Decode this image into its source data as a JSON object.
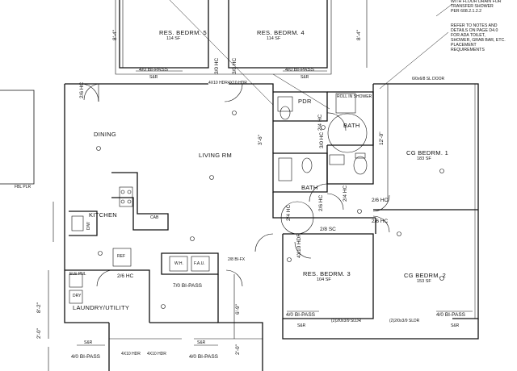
{
  "notes": {
    "top_right": "WITH FLOOR DRAIN FOR\nTRANSFER SHOWER\nPER 608.2.1.2.2",
    "refer": "REFER TO NOTES AND\nDETAILS ON PAGE D4.0\nFOR ADA TOILET,\nSHOWER, GRAB BAR, ETC.\nPLACEMENT\nREQUIREMENTS"
  },
  "rooms": {
    "res_bedrm_5": "RES. BEDRM. 5",
    "res_bedrm_5_sf": "114 SF",
    "res_bedrm_4": "RES. BEDRM. 4",
    "res_bedrm_4_sf": "114 SF",
    "dining": "DINING",
    "living": "LIVING RM",
    "kitchen": "KITCHEN",
    "pdr": "PDR",
    "bath_upper": "BATH",
    "bath_lower": "BATH",
    "cg_bedrm_1": "CG BEDRM. 1",
    "cg_bedrm_1_sf": "183 SF",
    "res_bedrm_3": "RES. BEDRM. 3",
    "res_bedrm_3_sf": "104 SF",
    "cg_bedrm_2": "CG BEDRM. 2",
    "cg_bedrm_2_sf": "153 SF",
    "laundry": "LAUNDRY/UTILITY"
  },
  "doors": {
    "bi_pass_1": "4/0 BI-PASS",
    "bi_pass_2": "4/0 BI-PASS",
    "sr_1": "S&R",
    "sr_2": "S&R",
    "hc_30_a": "3/0 HC",
    "hc_30_b": "3/0 HC",
    "hdr_a": "4X10 HDR",
    "hdr_b": "4X10 HDR",
    "sl_door": "6/0x6/8 SL DOOR",
    "hc_26_a": "2/6 HC",
    "hc_24_a": "2/4 HC",
    "hc_30_c": "3/0 HC",
    "hc_26_b": "2/6 HC",
    "hc_26_c": "2/6 HC",
    "hc_24_b": "2/4 HC",
    "hc_24_c": "2/4 HC",
    "hc_26_d": "2/6 HC",
    "sc_28": "2/8 SC",
    "hdr_c": "4X10 HDR",
    "fx_28": "2/8 BI-FX",
    "hc_26_e": "2/6 HC",
    "bi_pass_70": "7/0 BI-PASS",
    "bi_pass_3": "4/0 BI-PASS",
    "bi_pass_4": "4/0 BI-PASS",
    "sr_3": "S&R",
    "sr_4": "S&R",
    "sldr_1": "(2)2/0x3/9 SLDR",
    "sldr_2": "(2)2/0x3/9 SLDR",
    "bi_pass_5": "4/0 BI-PASS",
    "bi_pass_6": "4/0 BI-PASS",
    "sr_5": "S&R",
    "sr_6": "S&R",
    "hdr_d": "4X10 HDR",
    "hdr_e": "4X10 HDR"
  },
  "fixtures": {
    "roll_in_shower": "ROLL IN\nSHOWER",
    "cab": "CAB",
    "ele_pnl": "ELE PNL",
    "wh": "W.H.",
    "fau": "F.A.U.",
    "dry": "DRY",
    "ref": "REF",
    "dw": "D/W"
  },
  "dims": {
    "d1": "8'-4\"",
    "d2": "8'-4\"",
    "d3": "8'-2\"",
    "d4": "2'-0\"",
    "d5": "12'-0\"",
    "d6": "3'-6\"",
    "d7": "6'-9\"",
    "d8": "2'-0\""
  },
  "left_label": "FBL PLR"
}
